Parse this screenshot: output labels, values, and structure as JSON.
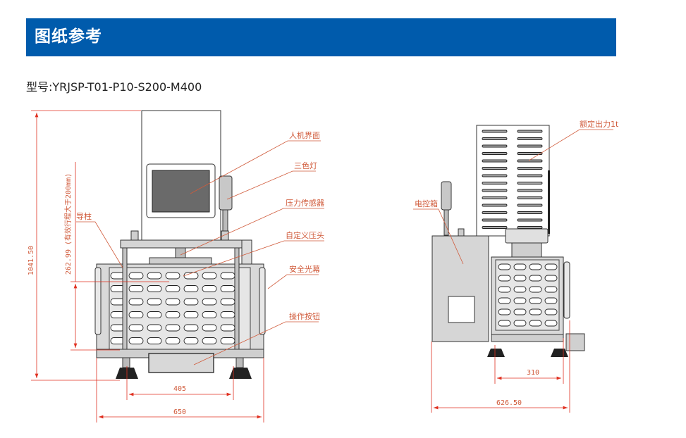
{
  "header": {
    "title": "图纸参考",
    "bar_color": "#005bac"
  },
  "model": {
    "label": "型号:",
    "value": "YRJSP-T01-P10-S200-M400"
  },
  "front_view": {
    "callouts": [
      {
        "id": "hmi",
        "label": "人机界面"
      },
      {
        "id": "tower-light",
        "label": "三色灯"
      },
      {
        "id": "pressure-sensor",
        "label": "压力传感器"
      },
      {
        "id": "custom-head",
        "label": "自定义压头"
      },
      {
        "id": "light-curtain",
        "label": "安全光幕"
      },
      {
        "id": "operation-buttons",
        "label": "操作按钮"
      },
      {
        "id": "guide-pillar",
        "label": "导柱"
      }
    ],
    "dimensions": {
      "overall_height": "1041.50",
      "stroke": "262.99 (有效行程大于200mm)",
      "foot_span": "405",
      "overall_width": "650"
    }
  },
  "side_view": {
    "callouts": [
      {
        "id": "rated-output",
        "label": "额定出力1t"
      },
      {
        "id": "control-box",
        "label": "电控箱"
      }
    ],
    "dimensions": {
      "foot_span": "310",
      "overall_depth": "626.50"
    }
  },
  "colors": {
    "annotation": "#d05a3a",
    "dim_line": "#e03020",
    "machine_fill": "#d9d9d9",
    "outline": "#333333"
  }
}
